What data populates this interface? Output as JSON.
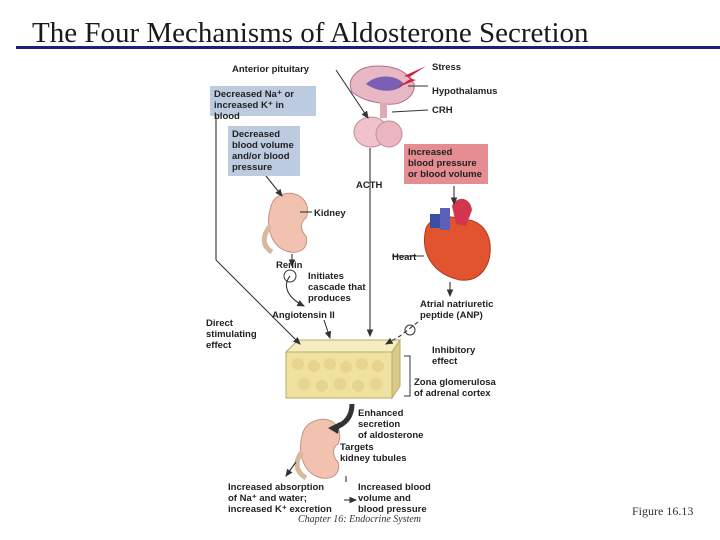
{
  "slide": {
    "title": "The Four Mechanisms of Aldosterone Secretion",
    "footer_left": "Chapter 16: Endocrine System",
    "footer_right": "Figure 16.13"
  },
  "diagram": {
    "anterior_pituitary": "Anterior pituitary",
    "stress": "Stress",
    "hypothalamus": "Hypothalamus",
    "crh": "CRH",
    "box_blood_ions": "Decreased Na⁺ or\nincreased K⁺ in blood",
    "box_blood_volume": "Decreased\nblood volume\nand/or blood\npressure",
    "box_increased_bp": "Increased\nblood pressure\nor blood volume",
    "acth": "ACTH",
    "kidney": "Kidney",
    "heart": "Heart",
    "renin": "Renin",
    "initiates": "Initiates\ncascade that\nproduces",
    "angiotensin": "Angiotensin II",
    "anp": "Atrial natriuretic\npeptide (ANP)",
    "direct_effect": "Direct\nstimulating\neffect",
    "inhibitory_effect": "Inhibitory\neffect",
    "zona": "Zona glomerulosa\nof adrenal cortex",
    "enhanced": "Enhanced\nsecretion\nof aldosterone",
    "targets": "Targets\nkidney tubules",
    "absorption": "Increased absorption\nof Na⁺ and water;\nincreased K⁺ excretion",
    "result": "Increased blood\nvolume and\nblood pressure"
  }
}
